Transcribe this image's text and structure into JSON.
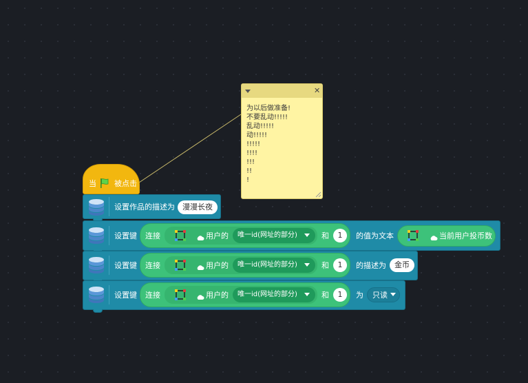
{
  "hat": {
    "when": "当",
    "clicked": "被点击"
  },
  "block1": {
    "label": "设置作品的描述为",
    "value": "漫漫长夜"
  },
  "block2": {
    "label": "设置键",
    "join": "连接",
    "cloud_user": "用户的",
    "dropdown": "唯一id(网址的部分)",
    "and": "和",
    "num": "1",
    "value_text": "的值为文本",
    "cloud_current": "当前用户投币数"
  },
  "block3": {
    "label": "设置键",
    "join": "连接",
    "cloud_user": "用户的",
    "dropdown": "唯一id(网址的部分)",
    "and": "和",
    "num": "1",
    "desc": "的描述为",
    "value": "金币"
  },
  "block4": {
    "label": "设置键",
    "join": "连接",
    "cloud_user": "用户的",
    "dropdown": "唯一id(网址的部分)",
    "and": "和",
    "num": "1",
    "as": "为",
    "readonly": "只读"
  },
  "note": {
    "lines": [
      "为以后做准备!",
      "不要乱动!!!!!",
      "乱动!!!!!",
      "动!!!!!",
      "!!!!!",
      "!!!!",
      "!!!",
      "!!",
      "!"
    ]
  }
}
